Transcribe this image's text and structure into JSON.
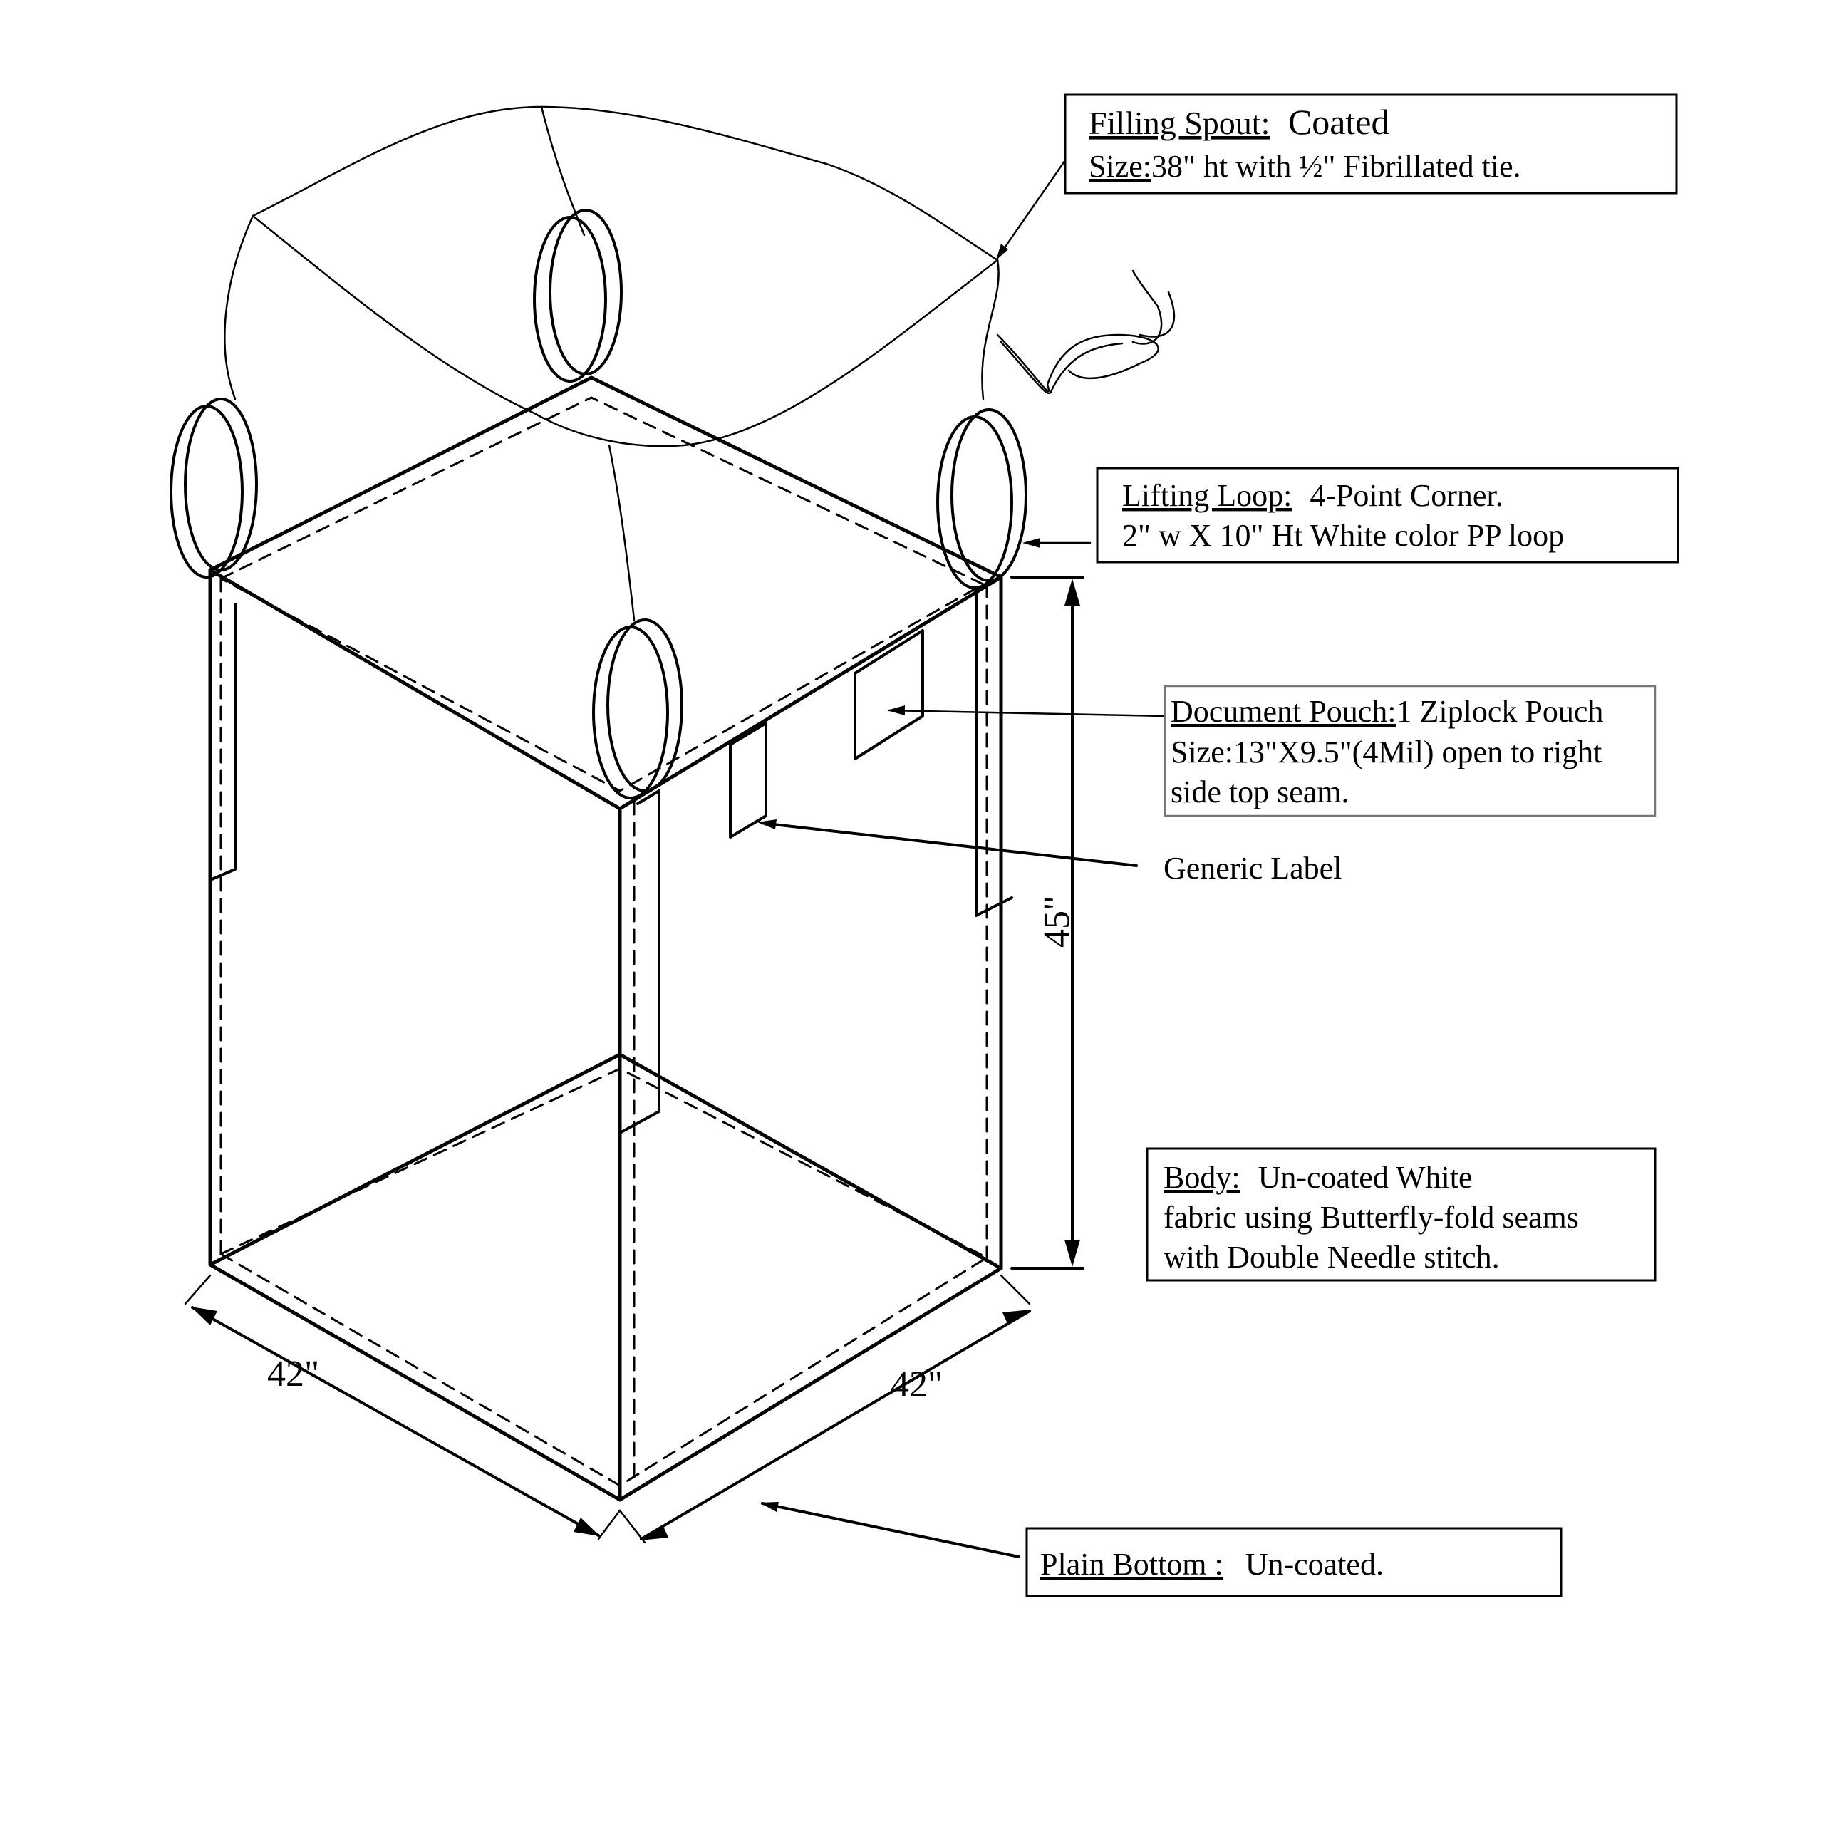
{
  "callouts": {
    "filling_spout": {
      "heading": "Filling Spout:",
      "heading_value": "Coated",
      "size_label": "Size:",
      "size_value": "38\" ht with ½\" Fibrillated tie."
    },
    "lifting_loop": {
      "heading": "Lifting Loop:",
      "heading_value": "4-Point Corner.",
      "line2": "2\" w X 10\" Ht  White color PP loop"
    },
    "document_pouch": {
      "heading": "Document Pouch:",
      "heading_value": "1 Ziplock Pouch",
      "line2": "Size:13\"X9.5\"(4Mil) open to right",
      "line3": "side top seam."
    },
    "generic_label": "Generic Label",
    "body": {
      "heading": "Body:",
      "heading_value": "Un-coated White",
      "line2": "fabric using Butterfly-fold seams",
      "line3": "with Double Needle stitch."
    },
    "plain_bottom": {
      "heading": "Plain Bottom :",
      "heading_value": "Un-coated."
    }
  },
  "dimensions": {
    "height": "45\"",
    "width_left": "42\"",
    "width_right": "42\""
  }
}
